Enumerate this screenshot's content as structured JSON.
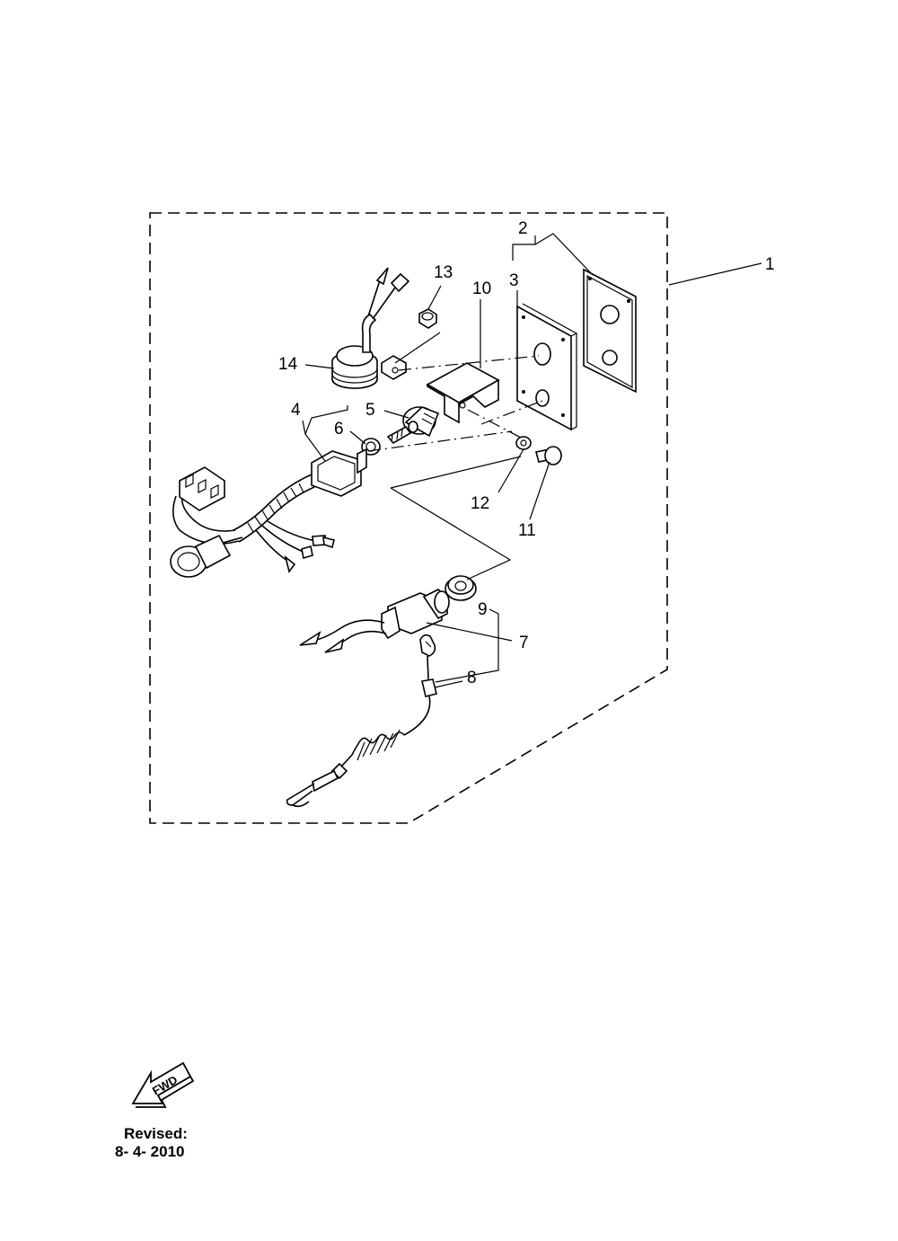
{
  "callouts": {
    "c1": "1",
    "c2": "2",
    "c3": "3",
    "c4": "4",
    "c5": "5",
    "c6": "6",
    "c7": "7",
    "c8": "8",
    "c9": "9",
    "c10": "10",
    "c11": "11",
    "c12": "12",
    "c13": "13",
    "c14": "14"
  },
  "fwd_badge": "FWD",
  "revision": {
    "label": "Revised:",
    "date": "8- 4- 2010"
  }
}
